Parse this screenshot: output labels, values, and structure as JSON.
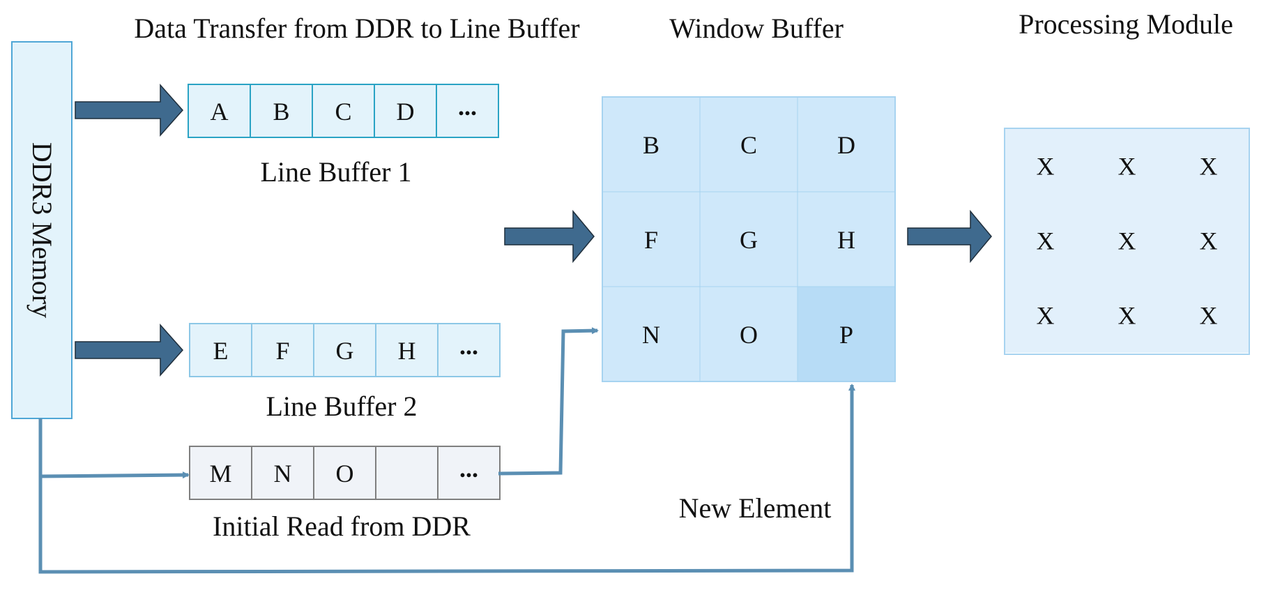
{
  "titles": {
    "transfer": "Data Transfer from DDR to Line Buffer",
    "window": "Window Buffer",
    "processing": "Processing Module"
  },
  "memory": {
    "label": "DDR3 Memory"
  },
  "line_buffer_1": {
    "label": "Line Buffer 1",
    "cells": [
      "A",
      "B",
      "C",
      "D",
      "..."
    ]
  },
  "line_buffer_2": {
    "label": "Line Buffer 2",
    "cells": [
      "E",
      "F",
      "G",
      "H",
      "..."
    ]
  },
  "initial_read": {
    "label": "Initial Read from DDR",
    "cells": [
      "M",
      "N",
      "O",
      "",
      "..."
    ]
  },
  "window_buffer": {
    "rows": [
      [
        "B",
        "C",
        "D"
      ],
      [
        "F",
        "G",
        "H"
      ],
      [
        "N",
        "O",
        "P"
      ]
    ]
  },
  "processing_module": {
    "rows": [
      [
        "X",
        "X",
        "X"
      ],
      [
        "X",
        "X",
        "X"
      ],
      [
        "X",
        "X",
        "X"
      ]
    ]
  },
  "new_element": {
    "label": "New Element"
  },
  "colors": {
    "block_arrow": "#3f6a8e",
    "flow_line": "#5b8fb3",
    "lb1_border": "#2aa3c4",
    "lb1_fill": "#e3f3fb",
    "lb2_border": "#8cc7e6",
    "lb2_fill": "#e3f3fb",
    "initial_border": "#7f7f7f",
    "initial_fill": "#f0f3f8",
    "window_fill": "#cfe8fa",
    "window_highlight": "#b7dcf6",
    "window_border": "#a7d3f0",
    "processing_fill": "#e2f0fb",
    "processing_border": "#a7d3f0",
    "memory_fill": "#e3f3fb",
    "memory_border": "#4fa6d6"
  }
}
